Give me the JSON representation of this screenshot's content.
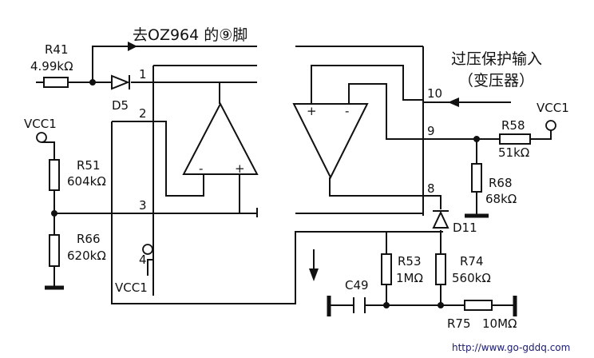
{
  "labels": {
    "top_note": "去OZ964 的⑨脚",
    "ovp_title": "过压保护输入",
    "ovp_sub": "（变压器）",
    "r41": "R41",
    "r41_val": "4.99kΩ",
    "d5": "D5",
    "vcc1_left": "VCC1",
    "r51": "R51",
    "r51_val": "604kΩ",
    "r66": "R66",
    "r66_val": "620kΩ",
    "vcc1_bottom": "VCC1",
    "vcc1_right": "VCC1",
    "r58": "R58",
    "r58_val": "51kΩ",
    "r68": "R68",
    "r68_val": "68kΩ",
    "d11": "D11",
    "r53": "R53",
    "r53_val": "1MΩ",
    "r74": "R74",
    "r74_val": "560kΩ",
    "c49": "C49",
    "r75": "R75",
    "r75_val": "10MΩ",
    "opamp_plus": "+",
    "opamp_minus": "-",
    "comp_plus": "+",
    "comp_minus": "-",
    "watermark": "http://www.go-gddq.com"
  },
  "pins": {
    "p1": "1",
    "p2": "2",
    "p3": "3",
    "p4": "4",
    "p8": "8",
    "p9": "9",
    "p10": "10"
  }
}
